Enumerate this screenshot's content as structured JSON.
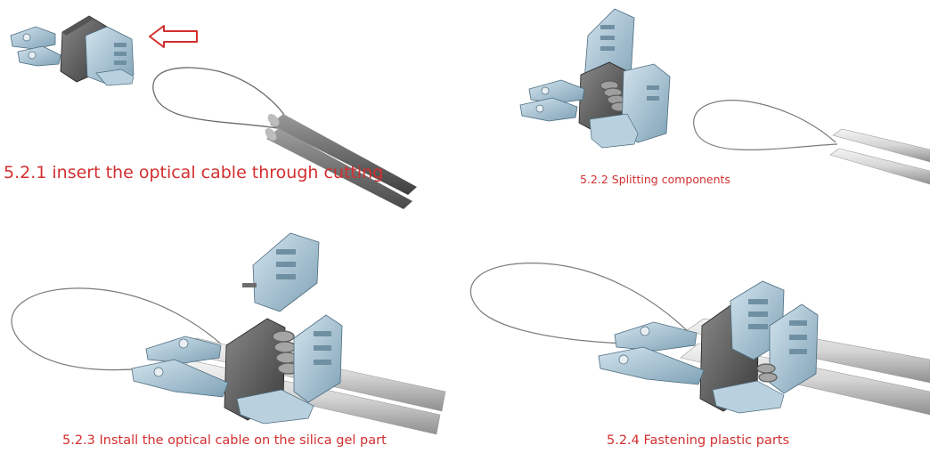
{
  "steps": [
    {
      "id": "5.2.1",
      "caption": "5.2.1 insert the optical cable through cutting"
    },
    {
      "id": "5.2.2",
      "caption": "5.2.2 Splitting components"
    },
    {
      "id": "5.2.3",
      "caption": "5.2.3 Install the optical cable on the silica gel part"
    },
    {
      "id": "5.2.4",
      "caption": "5.2.4 Fastening plastic parts"
    }
  ],
  "colors": {
    "caption": "#d32f2f",
    "arrow": "#d32f2f",
    "part_blue": "#a9c6d6",
    "part_dark": "#3a3a3a",
    "cable": "#d9d9d9"
  },
  "icons": [
    "left-arrow-icon"
  ]
}
